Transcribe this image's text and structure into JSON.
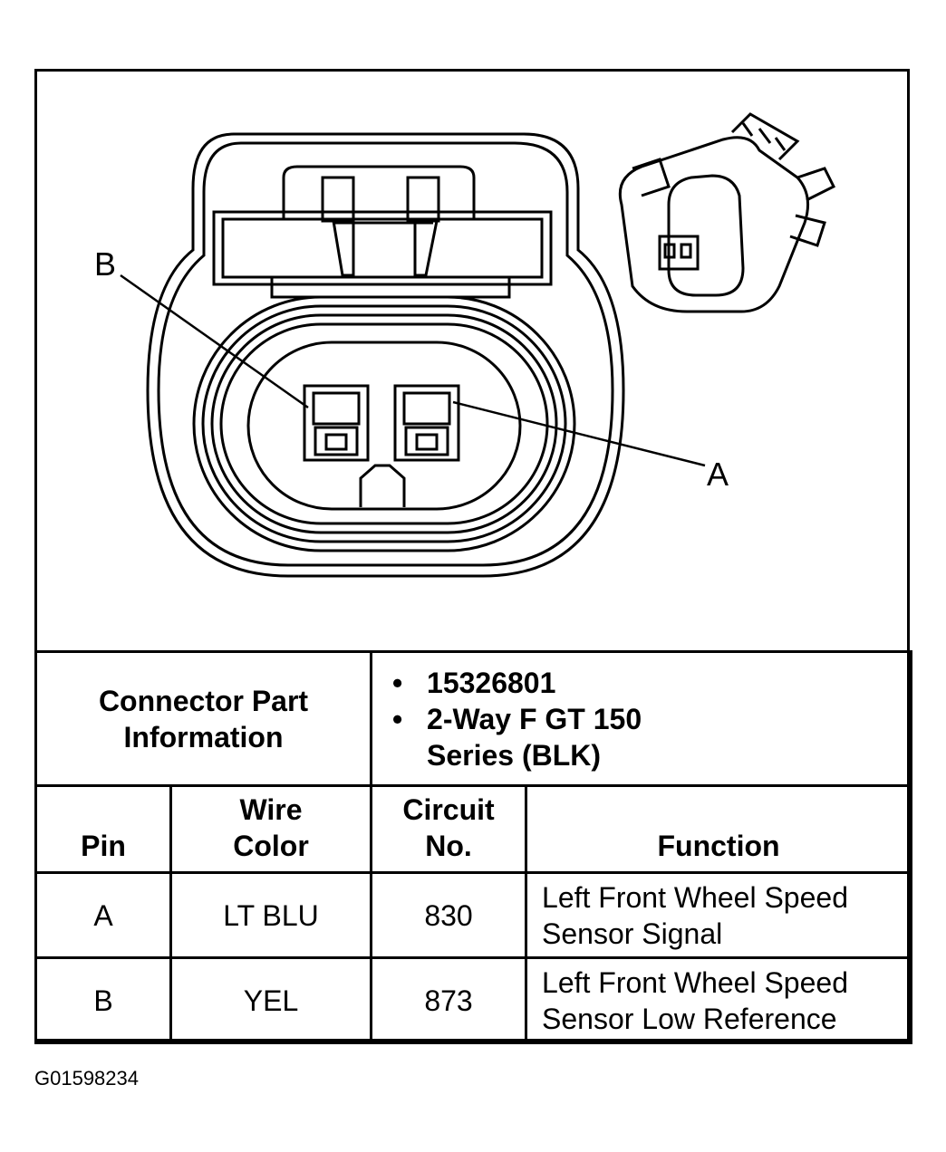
{
  "diagram": {
    "callouts": {
      "pin_a": "A",
      "pin_b": "B"
    },
    "icons": [
      "connector-face-view-icon",
      "connector-isometric-view-icon"
    ]
  },
  "part_info": {
    "label": "Connector Part Information",
    "items": [
      "15326801",
      "2-Way F GT 150 Series (BLK)"
    ]
  },
  "table": {
    "headers": {
      "pin": "Pin",
      "wire_color": "Wire Color",
      "circuit": "Circuit No.",
      "function": "Function"
    },
    "rows": [
      {
        "pin": "A",
        "wire_color": "LT BLU",
        "circuit": "830",
        "function": "Left Front Wheel Speed Sensor Signal"
      },
      {
        "pin": "B",
        "wire_color": "YEL",
        "circuit": "873",
        "function": "Left Front Wheel Speed Sensor Low Reference"
      }
    ]
  },
  "figure_id": "G01598234"
}
